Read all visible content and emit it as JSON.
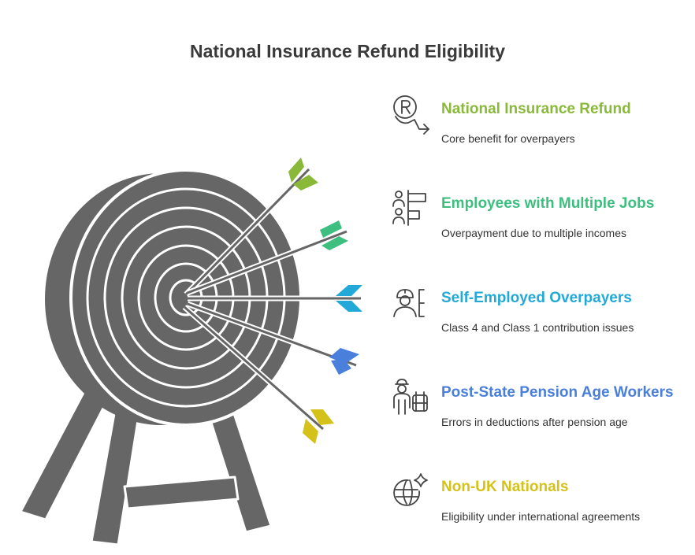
{
  "title": "National Insurance Refund Eligibility",
  "items": [
    {
      "label": "National Insurance Refund",
      "description": "Core benefit for overpayers",
      "color": "#8ab93a",
      "icon": "refund-icon"
    },
    {
      "label": "Employees with Multiple Jobs",
      "description": "Overpayment due to multiple incomes",
      "color": "#3dbf7f",
      "icon": "multiple-jobs-icon"
    },
    {
      "label": "Self-Employed Overpayers",
      "description": "Class 4 and Class 1 contribution issues",
      "color": "#22a9d8",
      "icon": "self-employed-icon"
    },
    {
      "label": "Post-State Pension Age Workers",
      "description": "Errors in deductions after pension age",
      "color": "#4a7fdb",
      "icon": "pension-worker-icon"
    },
    {
      "label": "Non-UK Nationals",
      "description": "Eligibility under international agreements",
      "color": "#d4c21b",
      "icon": "globe-sparkle-icon"
    }
  ]
}
